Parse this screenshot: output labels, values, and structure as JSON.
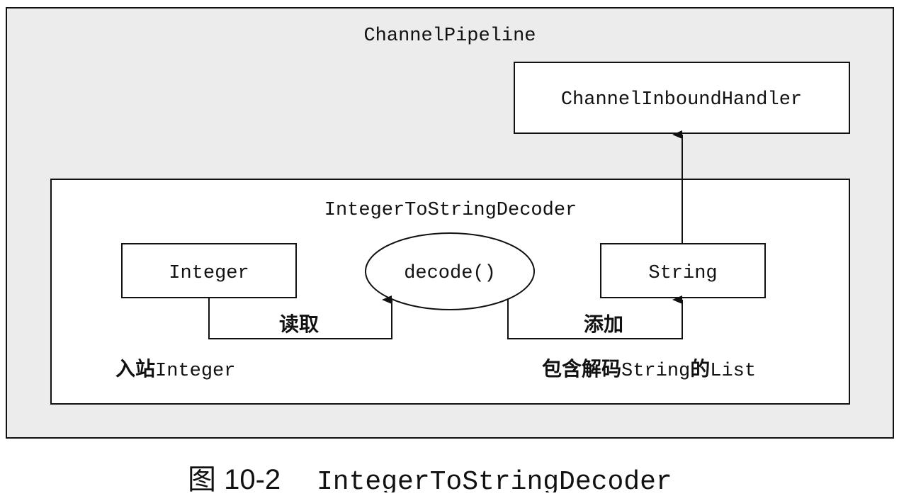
{
  "diagram": {
    "pipeline": {
      "label": "ChannelPipeline"
    },
    "handler": {
      "label": "ChannelInboundHandler"
    },
    "decoder": {
      "label": "IntegerToStringDecoder"
    },
    "integer_box": {
      "label": "Integer"
    },
    "decode_method": {
      "label": "decode()"
    },
    "string_box": {
      "label": "String"
    },
    "edge_read": {
      "label": "读取"
    },
    "edge_add": {
      "label": "添加"
    },
    "inbound_note": {
      "prefix": "入站",
      "suffix": "Integer"
    },
    "output_note": {
      "part1": "包含解码",
      "part2": "String",
      "part3": "的",
      "part4": "List"
    }
  },
  "caption": {
    "figure": "图 10-2",
    "title": "IntegerToStringDecoder"
  },
  "colors": {
    "pipeline_fill": "#ececec",
    "box_fill": "#ffffff",
    "stroke": "#111111"
  }
}
